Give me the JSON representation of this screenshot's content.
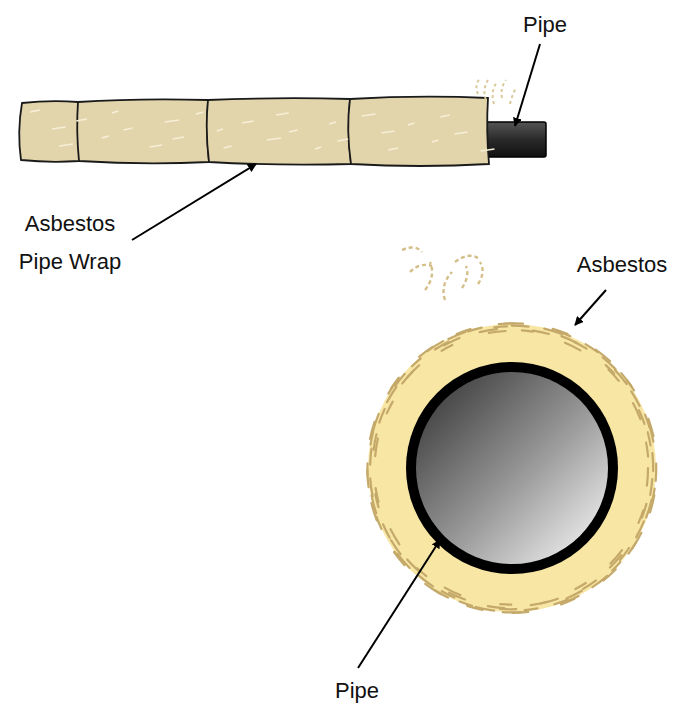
{
  "diagram": {
    "labels": [
      "Pipe",
      "Asbestos Pipe Wrap",
      "Asbestos",
      "Pipe"
    ]
  }
}
